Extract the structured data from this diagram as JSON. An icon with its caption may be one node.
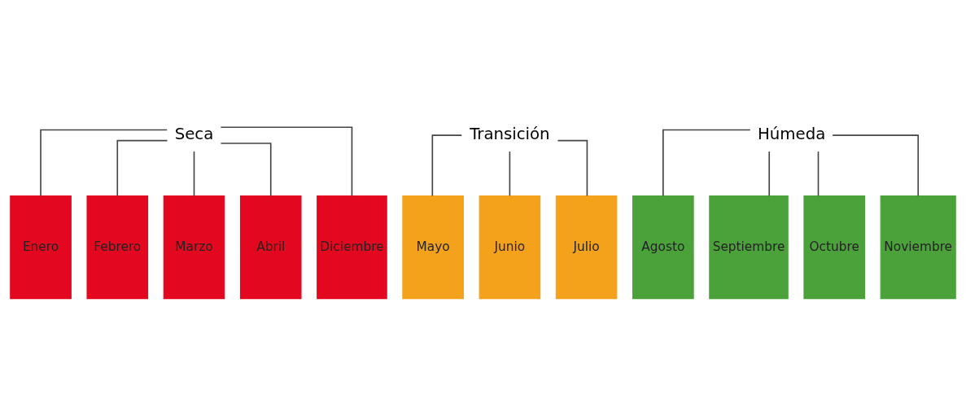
{
  "diagram": {
    "nodes": [
      {
        "text": [
          "Seca"
        ]
      },
      {
        "text": [
          "Transición"
        ]
      },
      {
        "text": [
          "Húmeda"
        ]
      },
      {
        "text": [
          "Enero"
        ]
      },
      {
        "text": [
          "Febrero"
        ]
      },
      {
        "text": [
          "Marzo"
        ]
      },
      {
        "text": [
          "Abril"
        ]
      },
      {
        "text": [
          "Mayo"
        ]
      },
      {
        "text": [
          "Junio"
        ]
      },
      {
        "text": [
          "Julio"
        ]
      },
      {
        "text": [
          "Agosto"
        ]
      },
      {
        "text": [
          "Septiembre"
        ]
      },
      {
        "text": [
          "Octubre"
        ]
      },
      {
        "text": [
          "Noviembre"
        ]
      },
      {
        "text": [
          "Diciembre"
        ]
      }
    ],
    "edges": [
      {
        "from": 0,
        "to": 3,
        "arrow": "none"
      },
      {
        "from": 0,
        "to": 4,
        "arrow": "none"
      },
      {
        "from": 0,
        "to": 5,
        "arrow": "none"
      },
      {
        "from": 0,
        "to": 6,
        "arrow": "none"
      },
      {
        "from": 0,
        "to": 14,
        "arrow": "none"
      },
      {
        "from": 1,
        "to": 7,
        "arrow": "none"
      },
      {
        "from": 1,
        "to": 8,
        "arrow": "none"
      },
      {
        "from": 1,
        "to": 9,
        "arrow": "none"
      },
      {
        "from": 2,
        "to": 10,
        "arrow": "none"
      },
      {
        "from": 2,
        "to": 11,
        "arrow": "none"
      },
      {
        "from": 2,
        "to": 12,
        "arrow": "none"
      },
      {
        "from": 2,
        "to": 13,
        "arrow": "none"
      }
    ]
  }
}
